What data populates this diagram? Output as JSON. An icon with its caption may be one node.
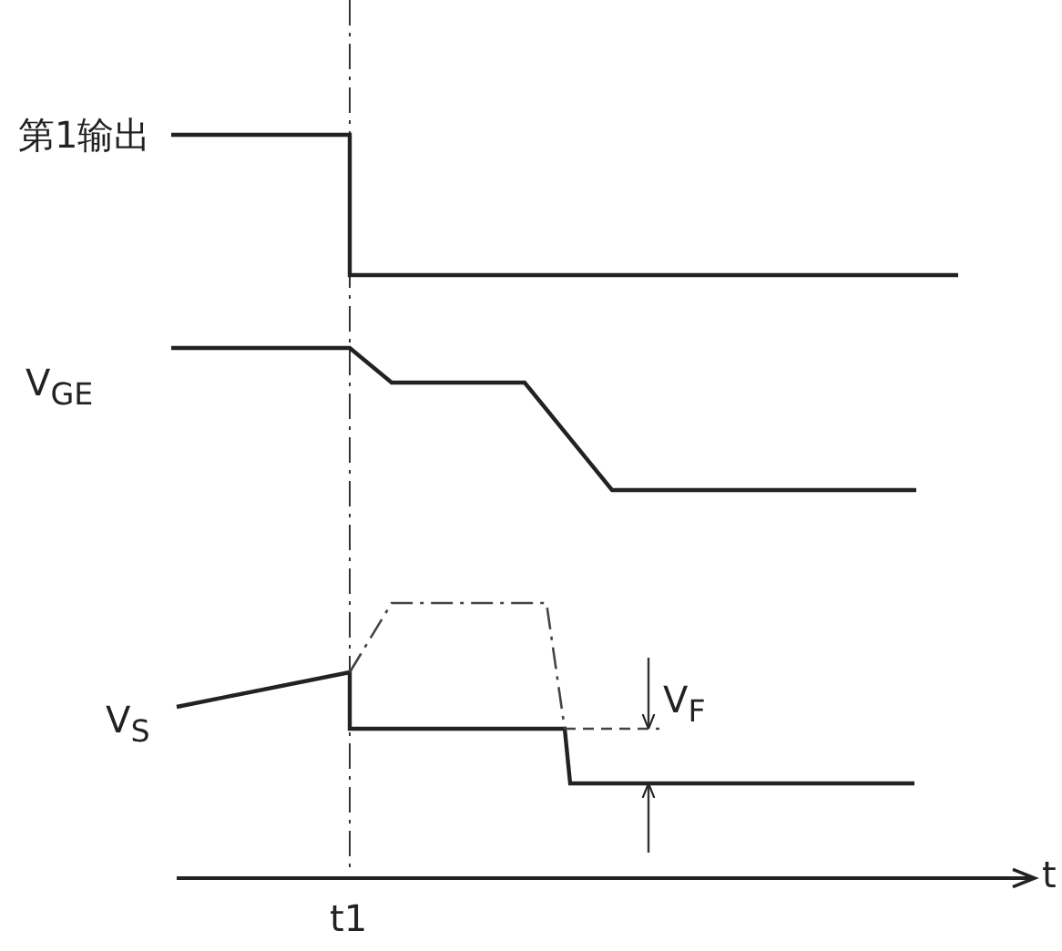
{
  "diagram": {
    "labels": [
      "第1输出",
      "V$_{GE}$",
      "V$_{S}$",
      "V$_{F}$",
      "t1",
      "t"
    ]
  }
}
